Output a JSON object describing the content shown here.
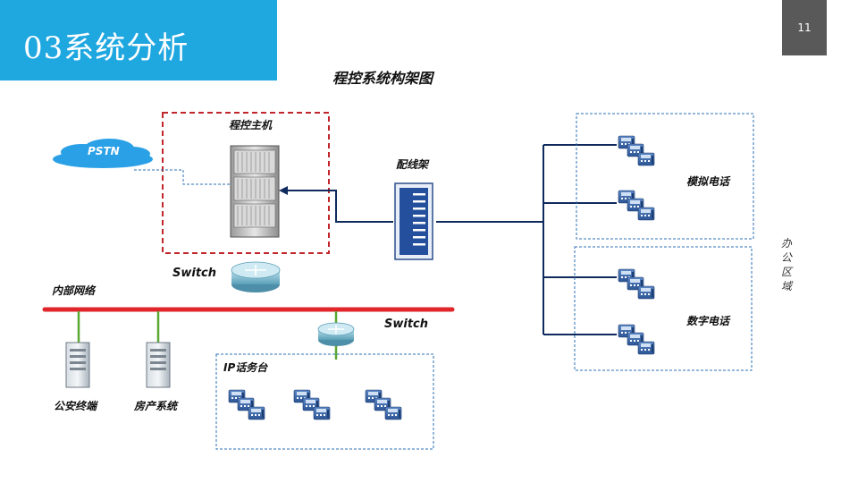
{
  "slide": {
    "section_title": "03系统分析",
    "page_number": "11",
    "accent_color": "#1fa7e0"
  },
  "diagram": {
    "title": "程控系统构架图",
    "labels": {
      "pbx_host": "程控主机",
      "pstn": "PSTN",
      "distribution_frame": "配线架",
      "analog_phone": "模拟电话",
      "digital_phone": "数字电话",
      "office_area": [
        "办",
        "公",
        "区",
        "域"
      ],
      "switch_top": "Switch",
      "internal_network": "内部网络",
      "switch_bottom": "Switch",
      "ip_console": "IP话务台",
      "police_terminal": "公安终端",
      "property_system": "房产系统"
    },
    "colors": {
      "pbx_border": "#c0262c",
      "network_bus": "#e0262b",
      "trunk_line": "#0f2a5c",
      "green_link": "#5aa832",
      "dashed_blue": "#2a6fb5"
    }
  }
}
